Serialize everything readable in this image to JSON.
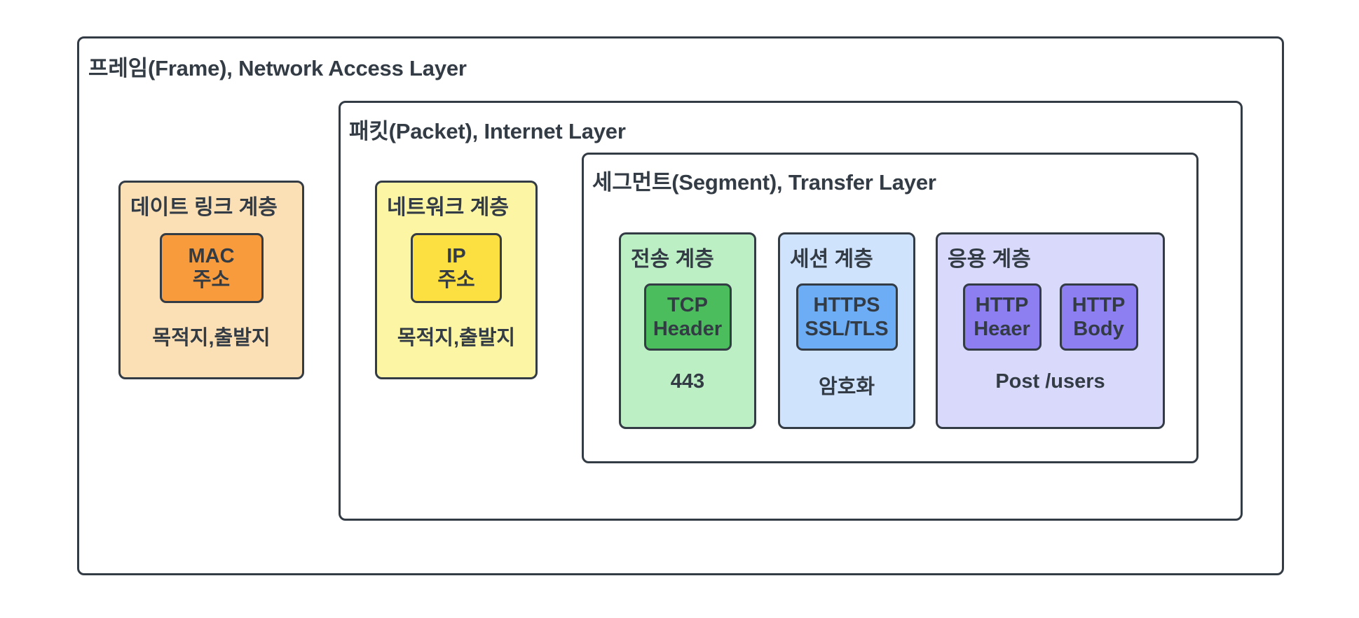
{
  "diagram": {
    "title": "TCP/IP encapsulation layers",
    "colors": {
      "stroke": "#333b45",
      "text": "#333b45",
      "datalink_fill": "#fbdfb5",
      "mac_fill": "#f79b3c",
      "network_fill": "#fcf5a4",
      "ip_fill": "#fcdf40",
      "transport_fill": "#bdefc5",
      "tcp_fill": "#4cbd5c",
      "session_fill": "#cfe3fc",
      "https_fill": "#6cadf5",
      "application_fill": "#d9d9fb",
      "http_fill": "#8d7ef2"
    },
    "containers": {
      "frame": {
        "title": "프레임(Frame), Network Access Layer"
      },
      "packet": {
        "title": "패킷(Packet), Internet Layer"
      },
      "segment": {
        "title": "세그먼트(Segment), Transfer Layer"
      }
    },
    "layers": {
      "datalink": {
        "title": "데이트 링크 계층",
        "chip": {
          "line1": "MAC",
          "line2": "주소"
        },
        "footer": "목적지,출발지"
      },
      "network": {
        "title": "네트워크 계층",
        "chip": {
          "line1": "IP",
          "line2": "주소"
        },
        "footer": "목적지,출발지"
      },
      "transport": {
        "title": "전송 계층",
        "chip": {
          "line1": "TCP",
          "line2": "Header"
        },
        "footer": "443"
      },
      "session": {
        "title": "세션 계층",
        "chip": {
          "line1": "HTTPS",
          "line2": "SSL/TLS"
        },
        "footer": "암호화"
      },
      "application": {
        "title": "응용 계층",
        "chips": [
          {
            "line1": "HTTP",
            "line2": "Heaer"
          },
          {
            "line1": "HTTP",
            "line2": "Body"
          }
        ],
        "footer": "Post /users"
      }
    }
  }
}
